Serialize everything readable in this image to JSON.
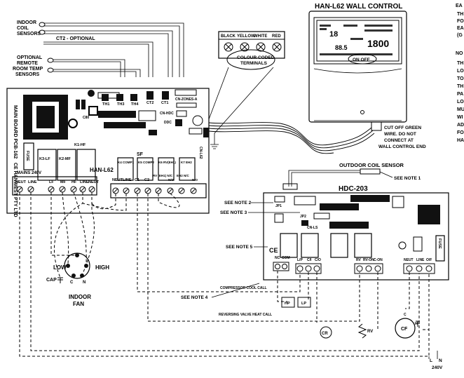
{
  "left_labels": {
    "indoor_coil": [
      "INDOOR",
      "COIL",
      "SENSORS"
    ],
    "ct2_optional": "CT2 - OPTIONAL",
    "remote_sensors": [
      "OPTIONAL",
      "REMOTE",
      "ROOM TEMP",
      "SENSORS"
    ]
  },
  "wall_control": {
    "title": "HAN-L62 WALL CONTROL",
    "lcd_number": "1800",
    "lcd_small": "18",
    "lcd_mid": "88.5",
    "on_off": "ON  OFF"
  },
  "colour_terminals": {
    "colors": [
      "BLACK",
      "YELLOW",
      "WHITE",
      "RED"
    ],
    "caption": [
      "COLOUR CODED",
      "TERMINALS"
    ]
  },
  "cutoff_note": [
    "CUT OFF GREEN",
    "WIRE. DO NOT",
    "CONNECT AT",
    "WALL CONTROL END"
  ],
  "han_board": {
    "model": "HAN-L62",
    "side_text_1": "MAIN BOARD PCB-162",
    "side_text_2": "CE HANWEST PTY LTD",
    "th_labels": [
      "TH1",
      "TH3",
      "TH4"
    ],
    "ct_labels": [
      "CT2",
      "CT1"
    ],
    "cn_zones": "CN-ZONES-A",
    "cn_hdc": "CN-HDC",
    "ddc": "DDC",
    "relays_left": [
      "K3-LF",
      "K2-MF",
      "K1-HF"
    ],
    "fuse": "FUSE",
    "sf": "SF",
    "relays_right": [
      "K4 COMP1",
      "K5 COMP2",
      "K6 RV(EH1)",
      "K7 EH2"
    ],
    "terminal_header": "MAINS 240V",
    "terminals_left": [
      "NEUT",
      "LINE",
      "LF",
      "MF",
      "HF",
      "LINE",
      "NEUT"
    ],
    "terminals_right": [
      "NEUT",
      "LINE",
      "C1",
      "C2",
      "RV (EH1) N/C",
      "N/O",
      "EH2 N/C",
      "N/O"
    ]
  },
  "fan": {
    "low": "LOW",
    "high": "HIGH",
    "cap": "CAP",
    "c": "C",
    "n": "N",
    "label": [
      "INDOOR",
      "FAN"
    ]
  },
  "outdoor_sensor": "OUTDOOR COIL SENSOR",
  "notes": [
    "SEE NOTE 1",
    "SEE NOTE 2",
    "SEE NOTE 3",
    "SEE NOTE 4",
    "SEE NOTE 5"
  ],
  "hdc": {
    "title": "HDC-203",
    "jp1": "JP1",
    "jp2": "JP2",
    "cn_ls": "CN-LS",
    "ce": "CE",
    "fuse": "FUSE",
    "nc_com": [
      "NC",
      "COM"
    ],
    "lp_cil_co": [
      "L/P",
      "C/I",
      "C/O"
    ],
    "rv_terms": [
      "RV",
      "RV-ON",
      "C-ON"
    ],
    "power_terms": [
      "NEUT",
      "LINE",
      "O/F"
    ]
  },
  "bottom": {
    "comp_call": "COMPRESSOR COOL CALL",
    "rv_call": "REVERSING VALVE HEAT CALL",
    "hp": "HP",
    "lp": "LP",
    "cr": "CR",
    "rv": "RV",
    "cf": "CF",
    "cf_c": "C",
    "cf_h": "H",
    "supply": [
      "L",
      "N",
      "240V"
    ]
  },
  "right_panel": {
    "heading": "EA",
    "block1": [
      "TH",
      "FO",
      "EA",
      "(G"
    ],
    "heading2": "NO",
    "block2": [
      "TH",
      "LO",
      "TO",
      "TH",
      "PA",
      "LO",
      "MU",
      "WI",
      "AD",
      "FO",
      "HA"
    ]
  }
}
